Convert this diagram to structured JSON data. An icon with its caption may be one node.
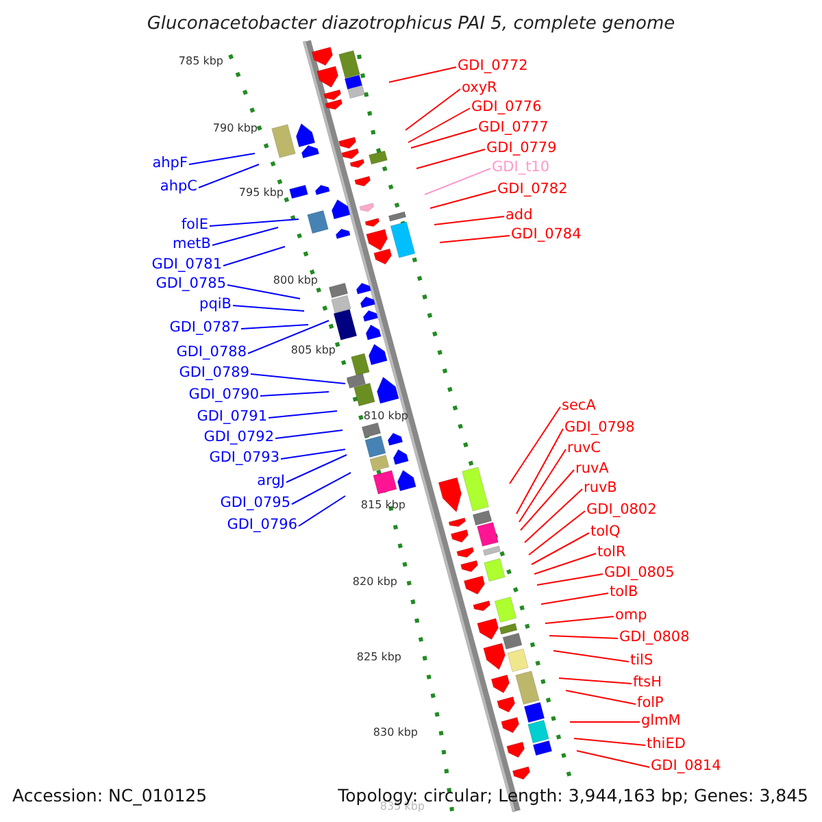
{
  "diagram": {
    "title": "Gluconacetobacter diazotrophicus PAI 5, complete genome",
    "nodes": [
      {
        "text": [
          "GDI_0772"
        ]
      },
      {
        "text": [
          "oxyR"
        ]
      },
      {
        "text": [
          "GDI_0776"
        ]
      },
      {
        "text": [
          "GDI_0777"
        ]
      },
      {
        "text": [
          "GDI_0779"
        ]
      },
      {
        "text": [
          "GDI_t10"
        ]
      },
      {
        "text": [
          "GDI_0782"
        ]
      },
      {
        "text": [
          "add"
        ]
      },
      {
        "text": [
          "GDI_0784"
        ]
      },
      {
        "text": [
          "ahpF"
        ]
      },
      {
        "text": [
          "ahpC"
        ]
      },
      {
        "text": [
          "folE"
        ]
      },
      {
        "text": [
          "metB"
        ]
      },
      {
        "text": [
          "GDI_0781"
        ]
      },
      {
        "text": [
          "GDI_0785"
        ]
      },
      {
        "text": [
          "pqiB"
        ]
      },
      {
        "text": [
          "GDI_0787"
        ]
      },
      {
        "text": [
          "GDI_0788"
        ]
      },
      {
        "text": [
          "GDI_0789"
        ]
      },
      {
        "text": [
          "GDI_0790"
        ]
      },
      {
        "text": [
          "GDI_0791"
        ]
      },
      {
        "text": [
          "GDI_0792"
        ]
      },
      {
        "text": [
          "GDI_0793"
        ]
      },
      {
        "text": [
          "argJ"
        ]
      },
      {
        "text": [
          "GDI_0795"
        ]
      },
      {
        "text": [
          "GDI_0796"
        ]
      },
      {
        "text": [
          "secA"
        ]
      },
      {
        "text": [
          "GDI_0798"
        ]
      },
      {
        "text": [
          "ruvC"
        ]
      },
      {
        "text": [
          "ruvA"
        ]
      },
      {
        "text": [
          "ruvB"
        ]
      },
      {
        "text": [
          "GDI_0802"
        ]
      },
      {
        "text": [
          "tolQ"
        ]
      },
      {
        "text": [
          "tolR"
        ]
      },
      {
        "text": [
          "GDI_0805"
        ]
      },
      {
        "text": [
          "tolB"
        ]
      },
      {
        "text": [
          "omp"
        ]
      },
      {
        "text": [
          "GDI_0808"
        ]
      },
      {
        "text": [
          "tilS"
        ]
      },
      {
        "text": [
          "ftsH"
        ]
      },
      {
        "text": [
          "folP"
        ]
      },
      {
        "text": [
          "glmM"
        ]
      },
      {
        "text": [
          "thiED"
        ]
      },
      {
        "text": [
          "GDI_0814"
        ]
      }
    ],
    "edges": [
      {
        "from": 0,
        "to": null,
        "arrow": "none"
      },
      {
        "from": 1,
        "to": null,
        "arrow": "none"
      },
      {
        "from": 2,
        "to": null,
        "arrow": "none"
      },
      {
        "from": 3,
        "to": null,
        "arrow": "none"
      },
      {
        "from": 4,
        "to": null,
        "arrow": "none"
      },
      {
        "from": 5,
        "to": null,
        "arrow": "none",
        "color": "#ff99cc"
      },
      {
        "from": 6,
        "to": null,
        "arrow": "none"
      },
      {
        "from": 7,
        "to": null,
        "arrow": "none"
      },
      {
        "from": 8,
        "to": null,
        "arrow": "none"
      },
      {
        "from": 9,
        "to": null,
        "arrow": "none",
        "color": "#0000ff"
      },
      {
        "from": 10,
        "to": null,
        "arrow": "none",
        "color": "#0000ff"
      },
      {
        "from": 11,
        "to": null,
        "arrow": "none",
        "color": "#0000ff"
      },
      {
        "from": 12,
        "to": null,
        "arrow": "none",
        "color": "#0000ff"
      },
      {
        "from": 13,
        "to": null,
        "arrow": "none",
        "color": "#0000ff"
      },
      {
        "from": 14,
        "to": null,
        "arrow": "none",
        "color": "#0000ff"
      },
      {
        "from": 15,
        "to": null,
        "arrow": "none",
        "color": "#0000ff"
      },
      {
        "from": 16,
        "to": null,
        "arrow": "none",
        "color": "#0000ff"
      },
      {
        "from": 17,
        "to": null,
        "arrow": "none",
        "color": "#0000ff"
      },
      {
        "from": 18,
        "to": null,
        "arrow": "none",
        "color": "#0000ff"
      },
      {
        "from": 19,
        "to": null,
        "arrow": "none",
        "color": "#0000ff"
      },
      {
        "from": 20,
        "to": null,
        "arrow": "none",
        "color": "#0000ff"
      },
      {
        "from": 21,
        "to": null,
        "arrow": "none",
        "color": "#0000ff"
      },
      {
        "from": 22,
        "to": null,
        "arrow": "none",
        "color": "#0000ff"
      },
      {
        "from": 23,
        "to": null,
        "arrow": "none",
        "color": "#0000ff"
      },
      {
        "from": 24,
        "to": null,
        "arrow": "none",
        "color": "#0000ff"
      },
      {
        "from": 25,
        "to": null,
        "arrow": "none",
        "color": "#0000ff"
      },
      {
        "from": 26,
        "to": null,
        "arrow": "none"
      },
      {
        "from": 27,
        "to": null,
        "arrow": "none"
      },
      {
        "from": 28,
        "to": null,
        "arrow": "none"
      },
      {
        "from": 29,
        "to": null,
        "arrow": "none"
      },
      {
        "from": 30,
        "to": null,
        "arrow": "none"
      },
      {
        "from": 31,
        "to": null,
        "arrow": "none"
      },
      {
        "from": 32,
        "to": null,
        "arrow": "none"
      },
      {
        "from": 33,
        "to": null,
        "arrow": "none"
      },
      {
        "from": 34,
        "to": null,
        "arrow": "none"
      },
      {
        "from": 35,
        "to": null,
        "arrow": "none"
      },
      {
        "from": 36,
        "to": null,
        "arrow": "none"
      },
      {
        "from": 37,
        "to": null,
        "arrow": "none"
      },
      {
        "from": 38,
        "to": null,
        "arrow": "none"
      },
      {
        "from": 39,
        "to": null,
        "arrow": "none"
      },
      {
        "from": 40,
        "to": null,
        "arrow": "none"
      },
      {
        "from": 41,
        "to": null,
        "arrow": "none"
      },
      {
        "from": 42,
        "to": null,
        "arrow": "none"
      },
      {
        "from": 43,
        "to": null,
        "arrow": "none"
      }
    ],
    "labels": [
      "785 kbp",
      "790 kbp",
      "795 kbp",
      "800 kbp",
      "805 kbp",
      "810 kbp",
      "815 kbp",
      "820 kbp",
      "825 kbp",
      "830 kbp",
      "835 kbp",
      "Accession: NC_010125",
      "Topology: circular; Length: 3,944,163 bp; Genes: 3,845"
    ]
  }
}
